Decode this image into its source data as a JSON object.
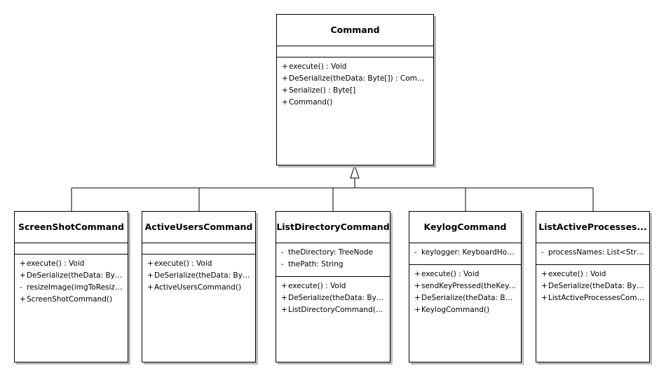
{
  "base_class": {
    "name": "Command",
    "attributes": [],
    "operations": [
      {
        "visibility": "+",
        "text": "execute() : Void"
      },
      {
        "visibility": "+",
        "text": "DeSerialize(theData: Byte[]) : Command"
      },
      {
        "visibility": "+",
        "text": "Serialize() : Byte[]"
      },
      {
        "visibility": "+",
        "text": "Command()"
      }
    ]
  },
  "subclasses": [
    {
      "name": "ScreenShotCommand",
      "attributes": [],
      "operations": [
        {
          "visibility": "+",
          "text": "execute() : Void"
        },
        {
          "visibility": "+",
          "text": "DeSerialize(theData: Byte..."
        },
        {
          "visibility": "-",
          "text": "resizeImage(imgToResize..."
        },
        {
          "visibility": "+",
          "text": "ScreenShotCommand()"
        }
      ]
    },
    {
      "name": "ActiveUsersCommand",
      "attributes": [],
      "operations": [
        {
          "visibility": "+",
          "text": "execute() : Void"
        },
        {
          "visibility": "+",
          "text": "DeSerialize(theData: Byte..."
        },
        {
          "visibility": "+",
          "text": "ActiveUsersCommand()"
        }
      ]
    },
    {
      "name": "ListDirectoryCommand",
      "attributes": [
        {
          "visibility": "-",
          "text": "theDirectory: TreeNode"
        },
        {
          "visibility": "-",
          "text": "thePath: String"
        }
      ],
      "operations": [
        {
          "visibility": "+",
          "text": "execute() : Void"
        },
        {
          "visibility": "+",
          "text": "DeSerialize(theData: Byte..."
        },
        {
          "visibility": "+",
          "text": "ListDirectoryCommand(p..."
        }
      ]
    },
    {
      "name": "KeylogCommand",
      "attributes": [
        {
          "visibility": "-",
          "text": "keylogger: KeyboardHook..."
        }
      ],
      "operations": [
        {
          "visibility": "+",
          "text": "execute() : Void"
        },
        {
          "visibility": "+",
          "text": "sendKeyPressed(theKey:..."
        },
        {
          "visibility": "+",
          "text": "DeSerialize(theData: Byte..."
        },
        {
          "visibility": "+",
          "text": "KeylogCommand()"
        }
      ]
    },
    {
      "name": "ListActiveProcesses...",
      "attributes": [
        {
          "visibility": "-",
          "text": "processNames: List<Strin..."
        }
      ],
      "operations": [
        {
          "visibility": "+",
          "text": "execute() : Void"
        },
        {
          "visibility": "+",
          "text": "DeSerialize(theData: Byte..."
        },
        {
          "visibility": "+",
          "text": "ListActiveProcessesComm..."
        }
      ]
    }
  ],
  "relationship": "generalization",
  "colors": {
    "line": "#000000",
    "fill": "#ffffff",
    "shadow": "#b8b8b8"
  }
}
